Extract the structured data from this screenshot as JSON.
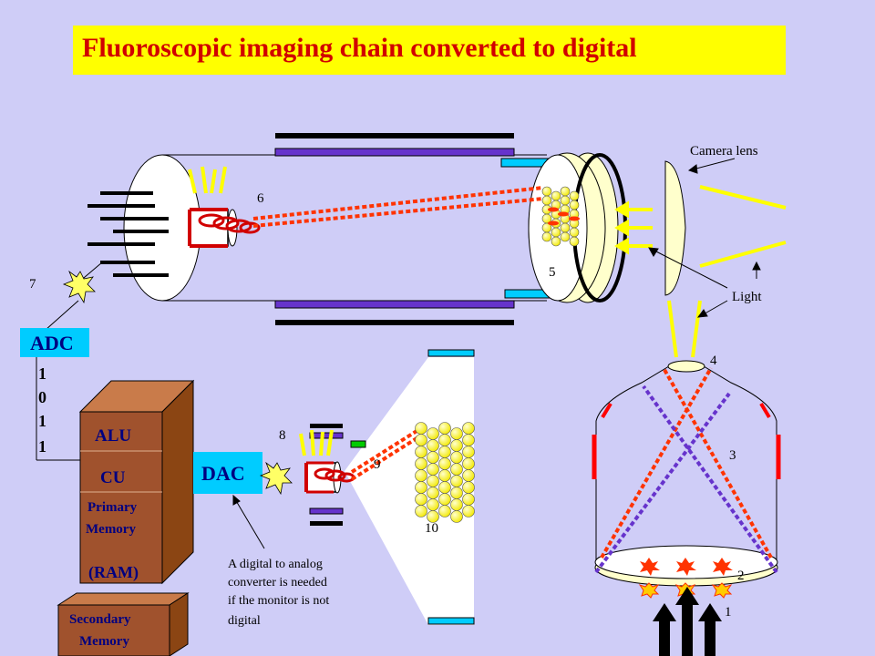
{
  "title": "Fluoroscopic imaging chain converted to digital",
  "labels": {
    "camera_lens": "Camera lens",
    "light": "Light",
    "adc": "ADC",
    "dac": "DAC",
    "bits": [
      "1",
      "0",
      "1",
      "1"
    ],
    "alu": "ALU",
    "cu": "CU",
    "primary_memory_line1": "Primary",
    "primary_memory_line2": "Memory",
    "ram": "(RAM)",
    "secondary_memory_line1": "Secondary",
    "secondary_memory_line2": "Memory",
    "dac_note_line1": "A digital to analog",
    "dac_note_line2": "converter is needed",
    "dac_note_line3": "if the monitor is not",
    "dac_note_line4": "digital"
  },
  "numbers": {
    "n1": "1",
    "n2": "2",
    "n3": "3",
    "n4": "4",
    "n5": "5",
    "n6": "6",
    "n7": "7",
    "n8": "8",
    "n9": "9",
    "n10": "10"
  },
  "colors": {
    "background": "#cfcdf7",
    "title_bg": "#ffff00",
    "title_text": "#d10000",
    "converter_box": "#00ccff",
    "computer_brown": "#a0522d",
    "phosphor_yellow": "#ffff00",
    "beam_red": "#ff3300",
    "ray_purple": "#6633cc",
    "lens_yellow": "#ffffcc"
  }
}
